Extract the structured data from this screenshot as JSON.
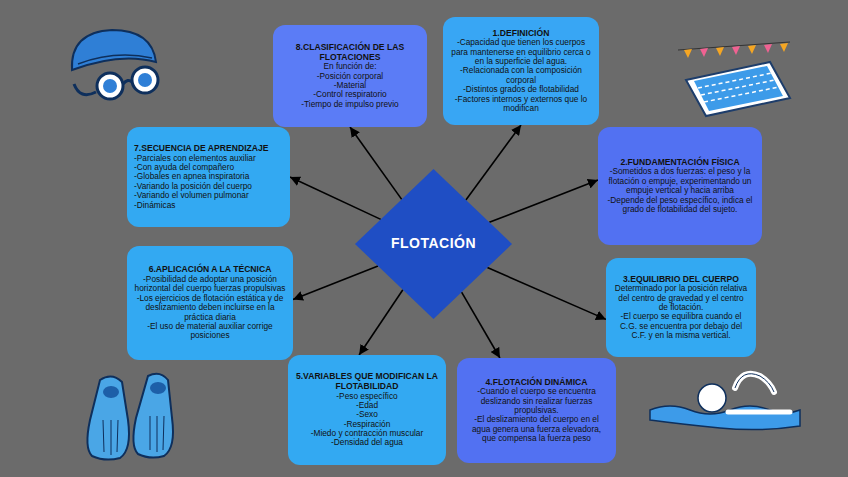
{
  "diagram": {
    "nodes": [
      {
        "text": [
          "FLOTACIÓN"
        ]
      },
      {
        "text": [
          "1.DEFINICIÓN",
          "-Capacidad que tienen los cuerpos para mantenerse en equilibrio cerca o en la superficie del agua.",
          "-Relacionada con la composición corporal",
          "-Distintos grados de flotabilidad",
          "-Factores internos y externos que lo modifican"
        ]
      },
      {
        "text": [
          "2.FUNDAMENTACIÓN FÍSICA",
          "-Sometidos a dos fuerzas: el peso y la flotación o empuje, experimentando un empuje vertical y hacia arriba",
          "-Depende del peso específico, indica el grado de flotabilidad del sujeto."
        ]
      },
      {
        "text": [
          "3.EQUILIBRIO DEL CUERPO",
          "Determinado por la posición relativa del centro de gravedad y el centro de flotación.",
          "-El cuerpo se equilibra cuando el C.G. se encuentra por debajo del C.F. y en la misma vertical."
        ]
      },
      {
        "text": [
          "4.FLOTACIÓN DINÁMICA",
          "-Cuando el cuerpo se encuentra deslizando sin realizar fuerzas propulsivas.",
          "-El deslizamiento del cuerpo en el agua genera una fuerza elevadora, que compensa la fuerza peso"
        ]
      },
      {
        "text": [
          "5.VARIABLES QUE MODIFICAN LA FLOTABILIDAD",
          "-Peso específico",
          "-Edad",
          "-Sexo",
          "-Respiración",
          "-Miedo y contracción muscular",
          "-Densidad del agua"
        ]
      },
      {
        "text": [
          "6.APLICACIÓN A LA TÉCNICA",
          "-Posibilidad de adoptar una posición horizontal del cuerpo fuerzas propulsivas",
          "-Los ejercicios de flotación estática y de deslizamiento deben incluirse en la práctica diaria",
          "-El uso de material auxiliar corrige posiciones"
        ]
      },
      {
        "text": [
          "7.SECUENCIA DE APRENDIZAJE",
          "-Parciales con elementos auxiliar",
          "-Con ayuda del compañero",
          "-Globales en apnea inspiratoria",
          "-Variando la posición del cuerpo",
          "-Variando el volumen pulmonar",
          "-Dinámicas"
        ]
      },
      {
        "text": [
          "8.CLASIFICACIÓN DE LAS FLOTACIONES",
          "En función de:",
          "-Posición corporal",
          "-Material",
          "-Control respiratorio",
          "-Tiempo de impulso previo"
        ]
      }
    ],
    "edges": [
      {
        "from": 0,
        "to": 1,
        "arrow": "to"
      },
      {
        "from": 0,
        "to": 2,
        "arrow": "to"
      },
      {
        "from": 0,
        "to": 3,
        "arrow": "to"
      },
      {
        "from": 0,
        "to": 4,
        "arrow": "to"
      },
      {
        "from": 0,
        "to": 5,
        "arrow": "to"
      },
      {
        "from": 0,
        "to": 6,
        "arrow": "to"
      },
      {
        "from": 0,
        "to": 7,
        "arrow": "to"
      },
      {
        "from": 0,
        "to": 8,
        "arrow": "to"
      }
    ]
  }
}
